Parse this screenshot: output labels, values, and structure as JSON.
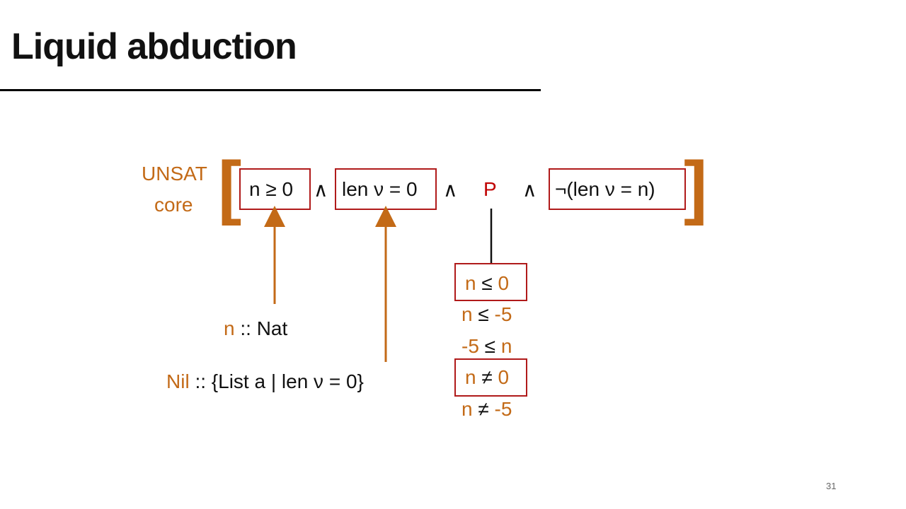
{
  "slide": {
    "title": "Liquid abduction",
    "page_number": "31"
  },
  "formula": {
    "unsat_label_1": "UNSAT",
    "unsat_label_2": "core",
    "open_bracket": "[",
    "close_bracket": "]",
    "term1": "n ≥ 0",
    "and1": "∧",
    "term2": "len ν = 0",
    "and2": "∧",
    "placeholder": "P",
    "and3": "∧",
    "term3": "¬(len ν = n)"
  },
  "sources": {
    "nat": {
      "name": "n",
      "rest": " :: Nat"
    },
    "nil": {
      "name": "Nil",
      "rest": " :: {List a | len ν = 0}"
    }
  },
  "candidates": [
    {
      "var": "n",
      "op": " ≤ ",
      "val": "0",
      "selected": true
    },
    {
      "var": "n",
      "op": " ≤ ",
      "val": "-5",
      "selected": false
    },
    {
      "var": "-5",
      "op": " ≤ ",
      "val": "n",
      "selected": false
    },
    {
      "var": "n",
      "op": " ≠ ",
      "val": "0",
      "selected": true
    },
    {
      "var": "n",
      "op": " ≠ ",
      "val": "-5",
      "selected": false
    }
  ],
  "colors": {
    "accent": "#c36a17",
    "box": "#b01a1a",
    "placeholder": "#c00000"
  }
}
